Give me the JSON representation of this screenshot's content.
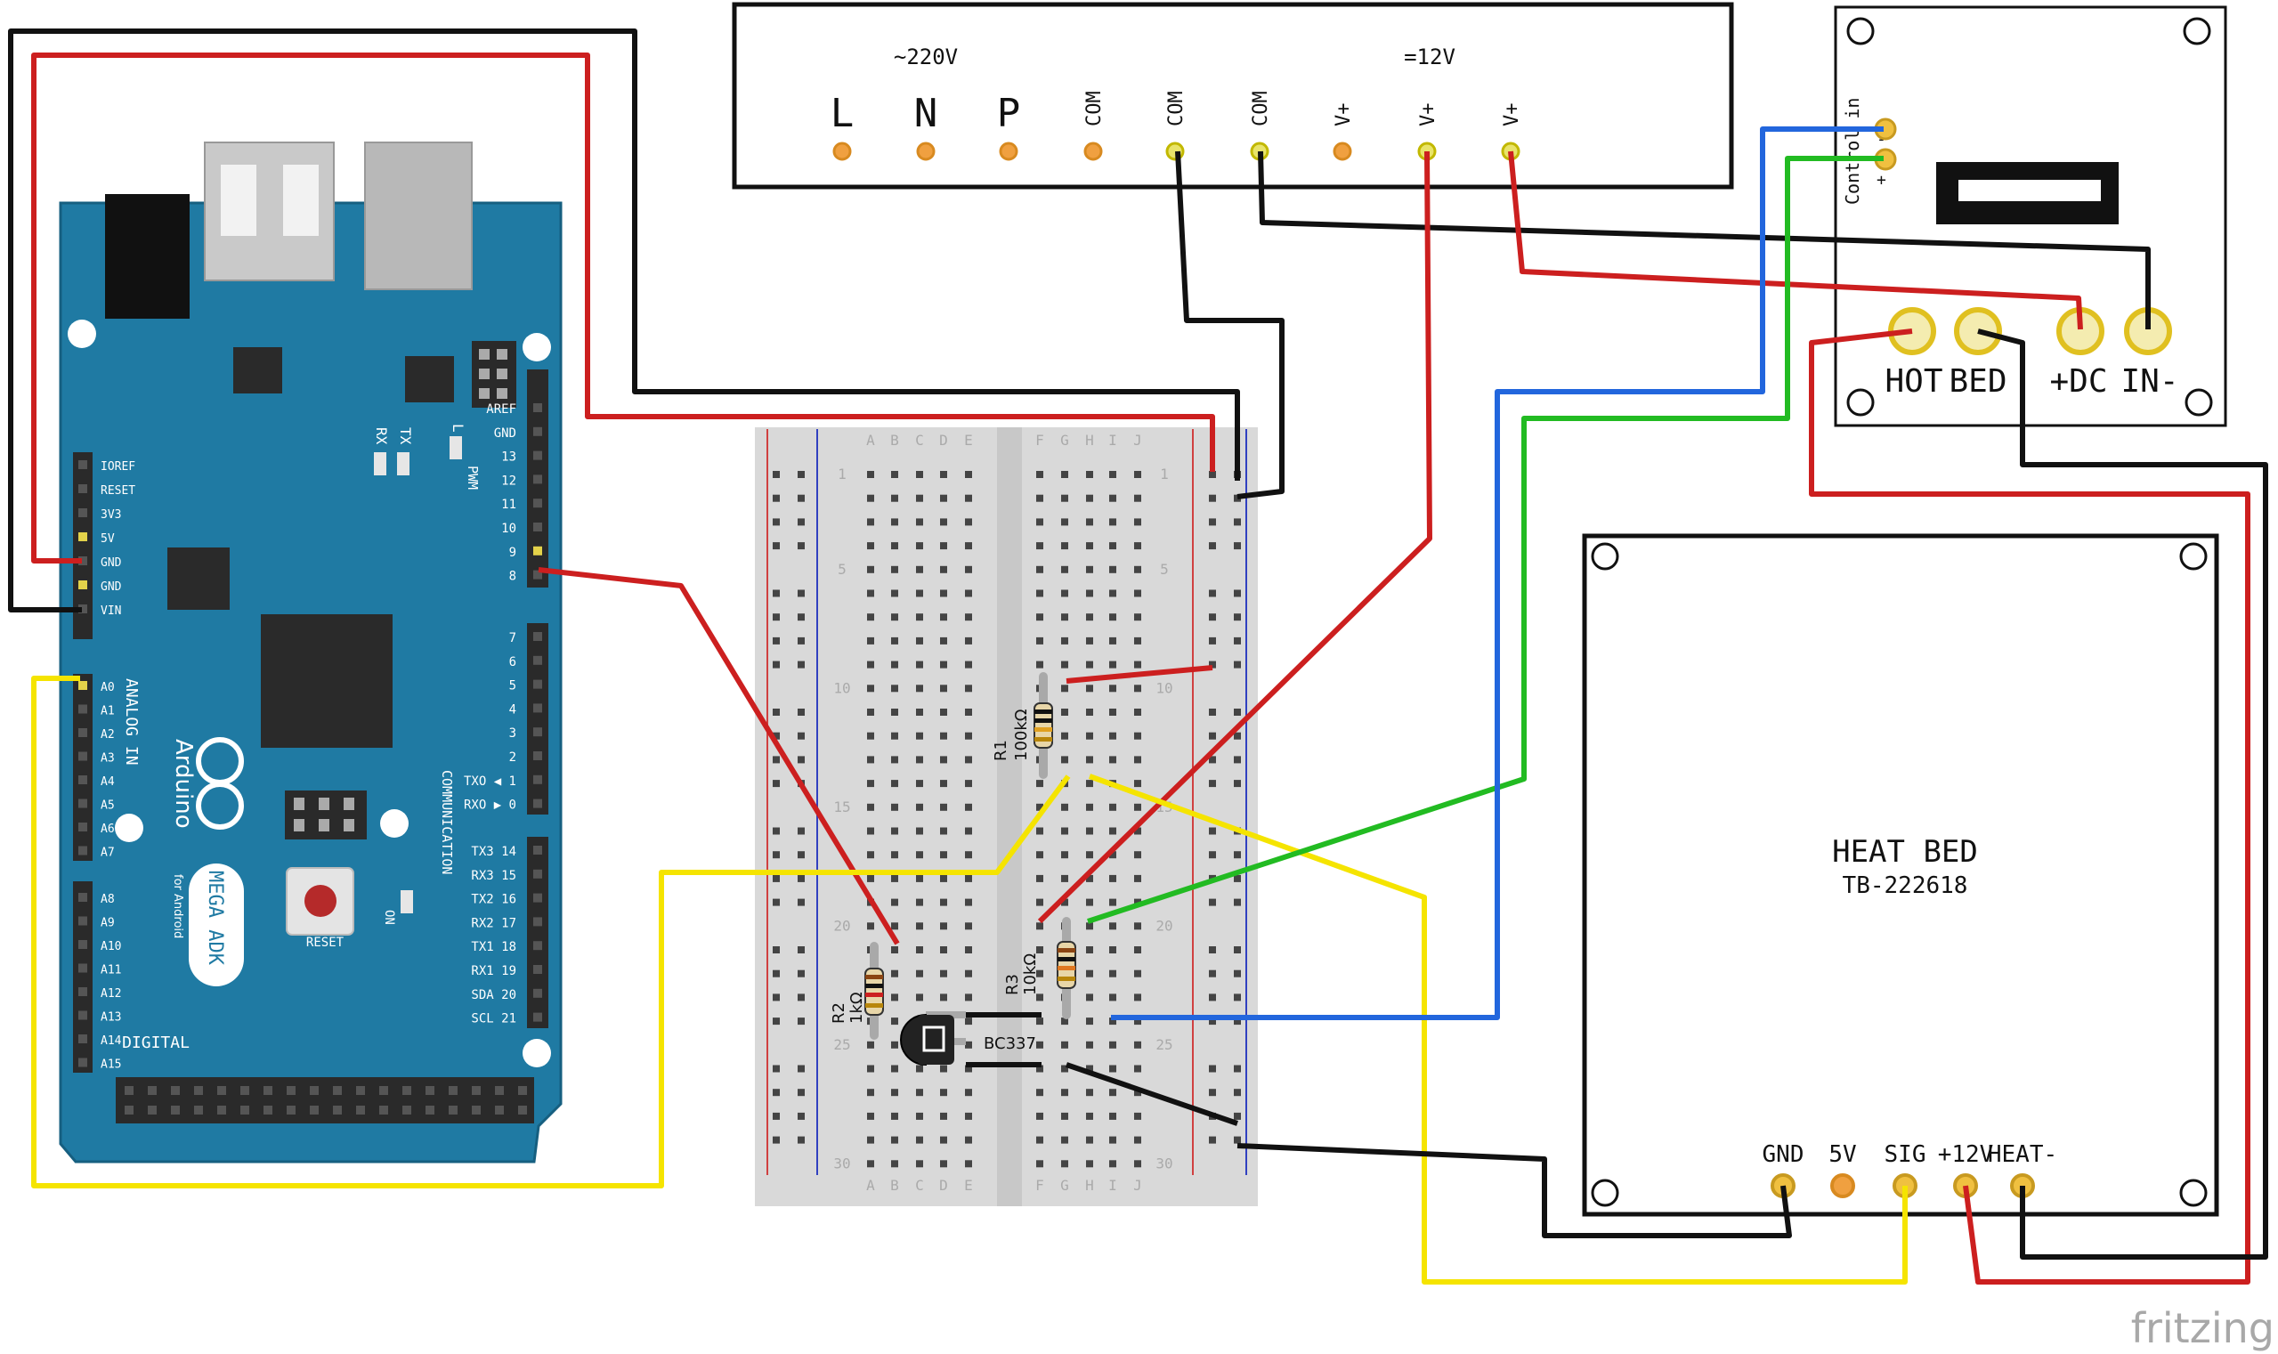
{
  "power_supply": {
    "ac_label": "~220V",
    "dc_label": "=12V",
    "terminals": [
      "L",
      "N",
      "P",
      "COM",
      "COM",
      "COM",
      "V+",
      "V+",
      "V+"
    ]
  },
  "mosfet_module": {
    "control_label": "Control in",
    "control_pins": [
      "-",
      "+"
    ],
    "terminal_labels": [
      "HOT",
      "BED",
      "+DC",
      "IN-"
    ]
  },
  "heat_bed": {
    "title": "HEAT BED",
    "model": "TB-222618",
    "pins": [
      "GND",
      "5V",
      "SIG",
      "+12V",
      "HEAT-"
    ]
  },
  "arduino": {
    "brand": "Arduino",
    "model": "MEGA ADK",
    "subtitle": "for Android",
    "reset": "RESET",
    "on": "ON",
    "power_header": [
      "IOREF",
      "RESET",
      "3V3",
      "5V",
      "GND",
      "GND",
      "VIN"
    ],
    "analog_title": "ANALOG IN",
    "analog_pins": [
      "A0",
      "A1",
      "A2",
      "A3",
      "A4",
      "A5",
      "A6",
      "A7",
      "A8",
      "A9",
      "A10",
      "A11",
      "A12",
      "A13",
      "A14",
      "A15"
    ],
    "digital_pins_top": [
      "AREF",
      "GND",
      "13",
      "12",
      "11",
      "10",
      "9",
      "8"
    ],
    "digital_pins_mid": [
      "7",
      "6",
      "5",
      "4",
      "3",
      "2",
      "TXO ◀ 1",
      "RXO ▶ 0"
    ],
    "comm_pins": [
      "TX3 14",
      "RX3 15",
      "TX2 16",
      "RX2 17",
      "TX1 18",
      "RX1 19",
      "SDA 20",
      "SCL 21"
    ],
    "comm_title": "COMMUNICATION",
    "pwm_label": "PWM",
    "digital_title": "DIGITAL",
    "led_labels": [
      "RX",
      "TX",
      "L"
    ]
  },
  "breadboard": {
    "col_letters_left": [
      "A",
      "B",
      "C",
      "D",
      "E"
    ],
    "col_letters_right": [
      "F",
      "G",
      "H",
      "I",
      "J"
    ],
    "row_numbers": [
      "1",
      "5",
      "10",
      "15",
      "20",
      "25",
      "30"
    ]
  },
  "components": {
    "r1": {
      "name": "R1",
      "value": "100kΩ"
    },
    "r2": {
      "name": "R2",
      "value": "1kΩ"
    },
    "r3": {
      "name": "R3",
      "value": "10kΩ"
    },
    "transistor": "BC337"
  },
  "watermark": "fritzing",
  "colors": {
    "wire_red": "#cc1f1f",
    "wire_black": "#222222",
    "wire_yellow": "#f5e400",
    "wire_green": "#22bb22",
    "wire_blue": "#2266dd",
    "arduino_blue": "#1f7aa3",
    "pin_orange": "#f0a040"
  }
}
